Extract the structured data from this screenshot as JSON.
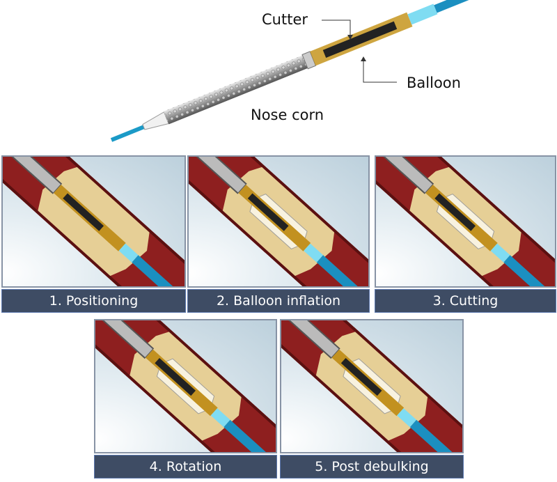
{
  "device": {
    "labels": {
      "cutter": "Cutter",
      "balloon": "Balloon",
      "nose": "Nose corn"
    }
  },
  "steps": [
    {
      "label": "1. Positioning",
      "balloon": false
    },
    {
      "label": "2. Balloon inflation",
      "balloon": true
    },
    {
      "label": "3. Cutting",
      "balloon": true
    },
    {
      "label": "4. Rotation",
      "balloon": true
    },
    {
      "label": "5. Post debulking",
      "balloon": true
    }
  ],
  "colors": {
    "caption_bg": "#3e4c64",
    "vessel": "#8e1f1f",
    "plaque": "#e6cf96",
    "catheter": "#1b8fc0"
  }
}
